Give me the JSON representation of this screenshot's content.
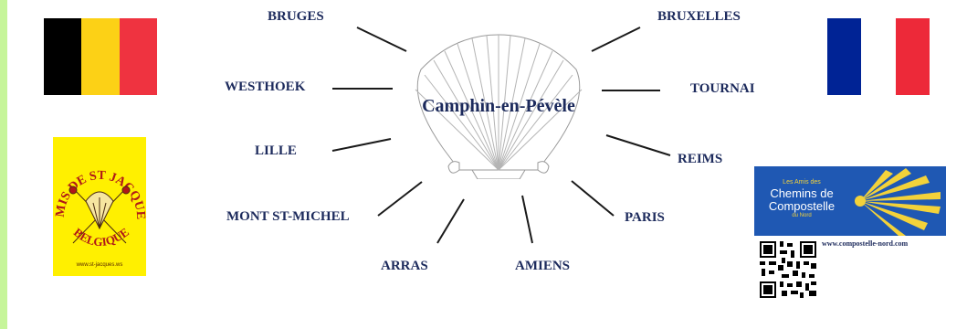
{
  "diagram": {
    "center": "Camphin-en-Pévèle",
    "cities": {
      "bruges": "BRUGES",
      "westhoek": "WESTHOEK",
      "lille": "LILLE",
      "mont_st_michel": "MONT ST-MICHEL",
      "arras": "ARRAS",
      "amiens": "AMIENS",
      "paris": "PARIS",
      "reims": "REIMS",
      "tournai": "TOURNAI",
      "bruxelles": "BRUXELLES"
    }
  },
  "logos": {
    "amis_st_jacques": {
      "arc_text": "AMIS DE ST JACQUES",
      "bottom_text": "BELGIQUE",
      "url": "www.st-jacques.ws"
    },
    "compostelle_nord": {
      "line1": "Les Amis des",
      "line2": "Chemins de",
      "line3": "Compostelle",
      "line4": "du Nord",
      "url": "www.compostelle-nord.com"
    }
  },
  "colors": {
    "label": "#1c2a5c",
    "background": "#c6f59a",
    "belgium": [
      "#000000",
      "#fcd116",
      "#ef3340"
    ],
    "france": [
      "#002395",
      "#ffffff",
      "#ed2939"
    ],
    "amis_yellow": "#fff000",
    "compostelle_blue": "#1f58b3"
  }
}
